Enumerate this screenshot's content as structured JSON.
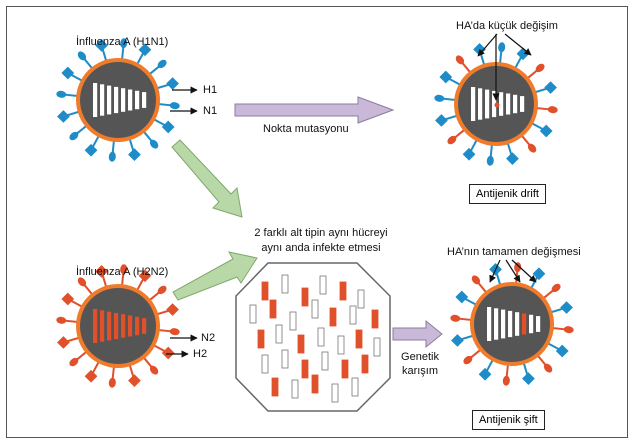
{
  "viruses": {
    "h1n1": {
      "name": "İnfluenza A (H1N1)",
      "label_h": "H1",
      "label_n": "N1"
    },
    "h2n2": {
      "name": "İnfluenza A (H2N2)",
      "label_n": "N2",
      "label_h": "H2"
    },
    "drift_result": {
      "annotation": "HA’da küçük değişim",
      "box": "Antijenik drift"
    },
    "shift_result": {
      "annotation": "HA’nın tamamen değişmesi",
      "box": "Antijenik şift"
    }
  },
  "arrows": {
    "point_mutation": "Nokta mutasyonu",
    "coinfection_line1": "2 farklı alt tipin aynı hücreyi",
    "coinfection_line2": "aynı anda infekte etmesi",
    "reassortment_line1": "Genetik",
    "reassortment_line2": "karışım"
  },
  "colors": {
    "envelope": "#f07b2a",
    "core": "#555555",
    "blue_spike": "#1d8cc8",
    "red_spike": "#e0502a",
    "arrow_purple": "#c9b8d8",
    "arrow_green": "#b9d8a8"
  }
}
